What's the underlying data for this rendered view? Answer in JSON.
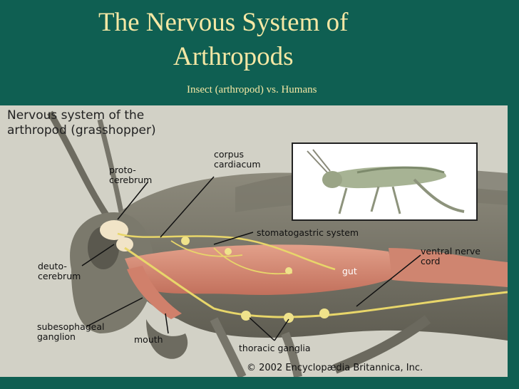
{
  "title": {
    "line1": "The Nervous System of",
    "line2": "Arthropods"
  },
  "subtitle": "Insect (arthropod) vs. Humans",
  "figure": {
    "heading": "Nervous system of the\narthropod (grasshopper)",
    "labels": {
      "protocerebrum": "proto-\ncerebrum",
      "corpus_cardiacum": "corpus\ncardiacum",
      "stomatogastric": "stomatogastric system",
      "ventral_nerve_cord": "ventral nerve\ncord",
      "deutocerebrum": "deuto-\ncerebrum",
      "gut": "gut",
      "subesophageal": "subesophageal\nganglion",
      "mouth": "mouth",
      "thoracic_ganglia": "thoracic ganglia"
    },
    "copyright": "© 2002 Encyclopædia Britannica, Inc."
  },
  "colors": {
    "background": "#0f5f52",
    "title_text": "#f4e7a4",
    "gut": "#d98a73",
    "nerves": "#e8d66a"
  }
}
